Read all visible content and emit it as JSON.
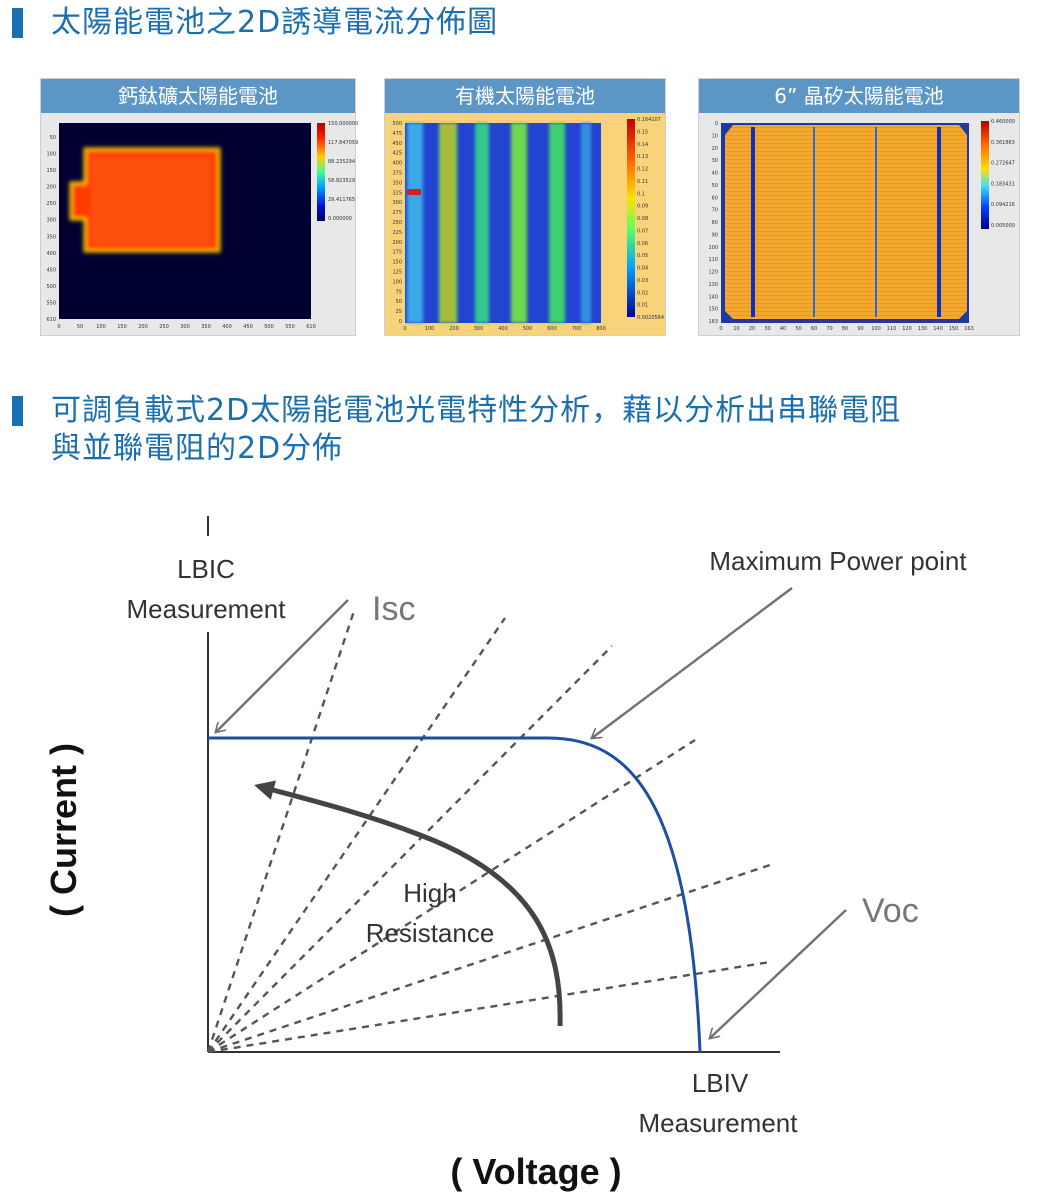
{
  "section1": {
    "title": "太陽能電池之2D誘導電流分佈圖"
  },
  "panels": [
    {
      "title": "鈣鈦礦太陽能電池",
      "y_ticks": [
        "50",
        "100",
        "150",
        "200",
        "250",
        "300",
        "350",
        "400",
        "450",
        "500",
        "550",
        "610"
      ],
      "x_ticks": [
        "0",
        "50",
        "100",
        "150",
        "200",
        "250",
        "300",
        "350",
        "400",
        "450",
        "500",
        "550",
        "610"
      ],
      "colorbar_labels": [
        "150.000000",
        "117.847059",
        "88.235294",
        "58.823529",
        "29.411765",
        "0.000000"
      ]
    },
    {
      "title": "有機太陽能電池",
      "y_ticks": [
        "500",
        "475",
        "450",
        "425",
        "400",
        "375",
        "350",
        "325",
        "300",
        "275",
        "250",
        "225",
        "200",
        "175",
        "150",
        "125",
        "100",
        "75",
        "50",
        "25",
        "0"
      ],
      "x_ticks": [
        "0",
        "100",
        "200",
        "300",
        "400",
        "500",
        "600",
        "700",
        "800"
      ],
      "colorbar_labels": [
        "0.164107",
        "0.15",
        "0.14",
        "0.13",
        "0.12",
        "0.11",
        "0.1",
        "0.09",
        "0.08",
        "0.07",
        "0.06",
        "0.05",
        "0.04",
        "0.03",
        "0.02",
        "0.01",
        "0.0020584"
      ]
    },
    {
      "title": "6” 晶矽太陽能電池",
      "y_ticks": [
        "0",
        "10",
        "20",
        "30",
        "40",
        "50",
        "60",
        "70",
        "80",
        "90",
        "100",
        "110",
        "120",
        "130",
        "140",
        "150",
        "163"
      ],
      "x_ticks": [
        "0",
        "10",
        "20",
        "30",
        "40",
        "50",
        "60",
        "70",
        "80",
        "90",
        "100",
        "110",
        "120",
        "130",
        "140",
        "150",
        "163"
      ],
      "colorbar_labels": [
        "0.460000",
        "0.361863",
        "0.272647",
        "0.183431",
        "0.094216",
        "0.005000"
      ]
    }
  ],
  "section2": {
    "title_line1": "可調負載式2D太陽能電池光電特性分析，藉以分析出串聯電阻",
    "title_line2": "與並聯電阻的2D分佈"
  },
  "diagram": {
    "y_axis_label": "( Current )",
    "x_axis_label": "( Voltage )",
    "lbic_line1": "LBIC",
    "lbic_line2": "Measurement",
    "isc": "Isc",
    "mpp": "Maximum Power point",
    "voc": "Voc",
    "lbiv_line1": "LBIV",
    "lbiv_line2": "Measurement",
    "high_line1": "High",
    "high_line2": "Resistance",
    "colors": {
      "iv_curve": "#1f4fa0",
      "arrow": "#444444",
      "dashed": "#555555",
      "text": "#333333"
    }
  }
}
